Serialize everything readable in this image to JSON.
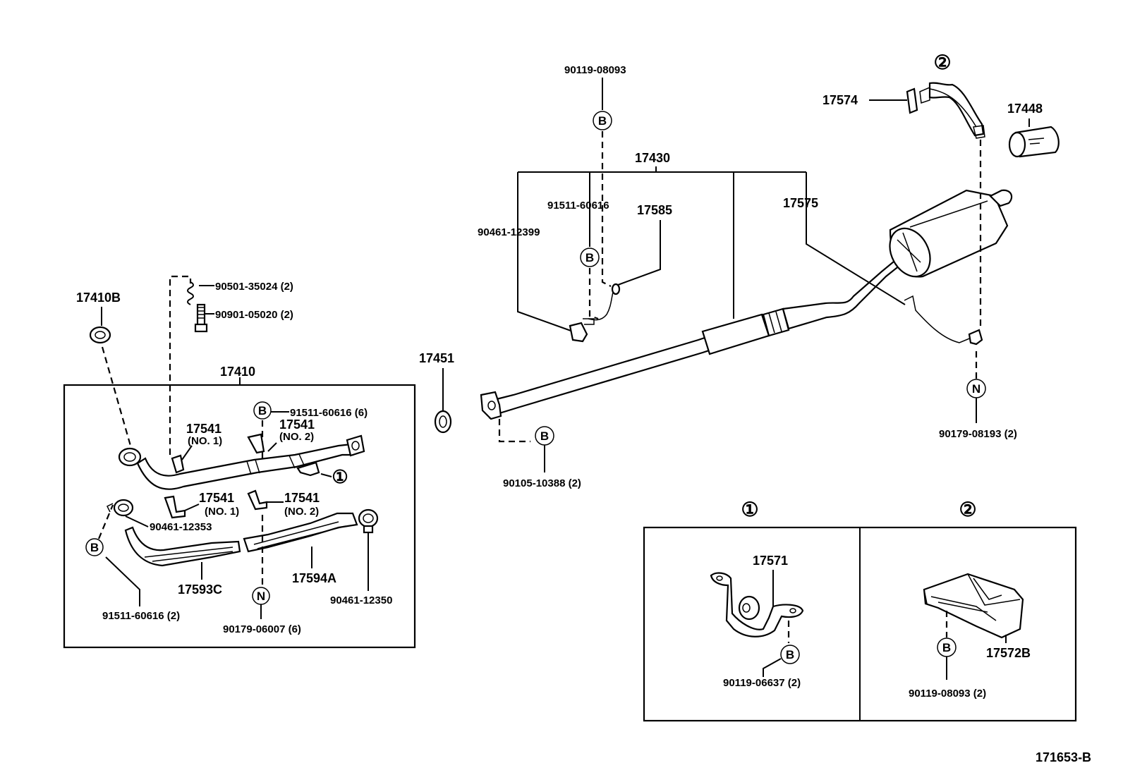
{
  "labels": {
    "p17410B": "17410B",
    "p90501": "90501-35024 (2)",
    "p90901": "90901-05020 (2)",
    "p17410": "17410",
    "p91511_6": "91511-60616 (6)",
    "p17541_n1a": "17541",
    "p17541_n1a_sub": "(NO. 1)",
    "p17541_n2a": "17541",
    "p17541_n2a_sub": "(NO. 2)",
    "p17541_n1b": "17541",
    "p17541_n1b_sub": "(NO. 1)",
    "p17541_n2b": "17541",
    "p17541_n2b_sub": "(NO. 2)",
    "p90461_12353": "90461-12353",
    "p17593C": "17593C",
    "p17594A": "17594A",
    "p90461_12350": "90461-12350",
    "p91511_2": "91511-60616 (2)",
    "p90179_06007": "90179-06007 (6)",
    "p17451": "17451",
    "p90119_08093_top": "90119-08093",
    "p17430": "17430",
    "p91511_60616": "91511-60616",
    "p17585": "17585",
    "p90461_12399": "90461-12399",
    "p17575": "17575",
    "p17574": "17574",
    "p17448": "17448",
    "p90105": "90105-10388 (2)",
    "p90179_08193": "90179-08193 (2)",
    "p17571": "17571",
    "p90119_06637": "90119-06637 (2)",
    "p17572B": "17572B",
    "p90119_08093_box": "90119-08093 (2)",
    "ref": "171653-B"
  },
  "markers": {
    "B": "B",
    "N": "N",
    "one": "①",
    "two": "②"
  }
}
